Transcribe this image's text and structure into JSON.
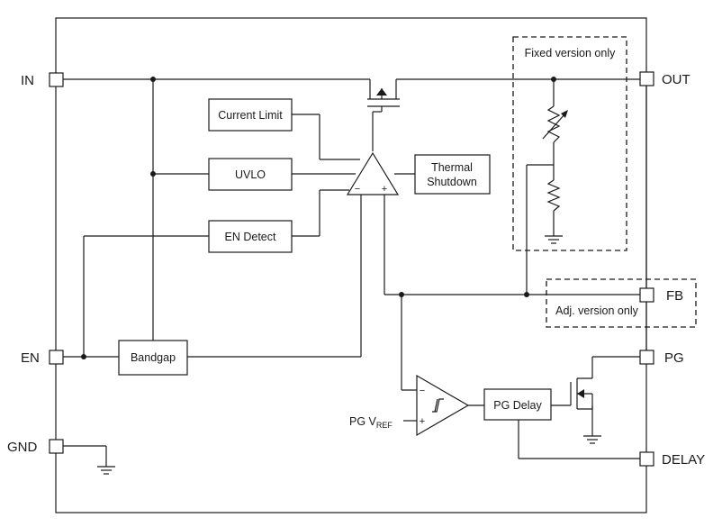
{
  "pins": {
    "in": "IN",
    "out": "OUT",
    "fb": "FB",
    "en": "EN",
    "pg": "PG",
    "gnd": "GND",
    "delay": "DELAY"
  },
  "blocks": {
    "current_limit": "Current Limit",
    "uvlo": "UVLO",
    "en_detect": "EN Detect",
    "thermal_shutdown_line1": "Thermal",
    "thermal_shutdown_line2": "Shutdown",
    "bandgap": "Bandgap",
    "pg_delay": "PG Delay"
  },
  "notes": {
    "fixed_version": "Fixed version only",
    "adj_version": "Adj. version only"
  },
  "pg_vref": {
    "main": "PG V",
    "sub": "REF"
  },
  "signs": {
    "minus": "−",
    "plus": "+"
  }
}
